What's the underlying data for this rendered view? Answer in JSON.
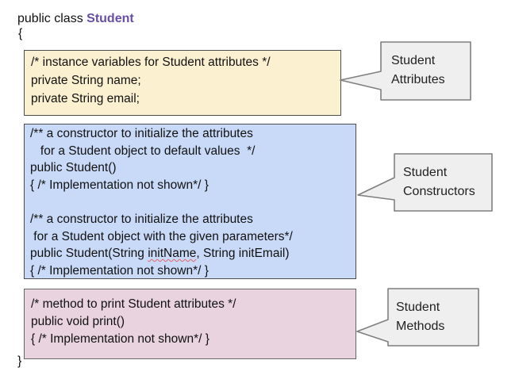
{
  "header": {
    "declaration_prefix": "public class ",
    "class_name": "Student",
    "open_brace": "{",
    "close_brace": "}"
  },
  "attributes_box": {
    "lines": [
      "/* instance variables for Student attributes */",
      "private String name;",
      "private String email;"
    ]
  },
  "constructors_box": {
    "lines_top": [
      "/** a constructor to initialize the attributes",
      "   for a Student object to default values  */",
      "public Student()",
      "{ /* Implementation not shown*/ }"
    ],
    "lines_mid": [
      "/** a constructor to initialize the attributes",
      " for a Student object with the given parameters*/"
    ],
    "signature": {
      "pre": "public Student(String ",
      "misspelled": "initName",
      "post": ", String initEmail)"
    },
    "closing_line": "{ /* Implementation not shown*/ }"
  },
  "methods_box": {
    "lines": [
      "/* method to print Student attributes */",
      "public void print()",
      "{ /* Implementation not shown*/ }"
    ]
  },
  "callouts": [
    {
      "label": "Student\nAttributes"
    },
    {
      "label": "Student\nConstructors"
    },
    {
      "label": "Student\nMethods"
    }
  ],
  "colors": {
    "attributes_fill": "#FBF0CF",
    "constructors_fill": "#C9DAF8",
    "methods_fill": "#E9D3DE",
    "box_border": "#4d4d4d",
    "methods_border": "#666666",
    "callout_fill": "#EFEFEF",
    "callout_border": "#7F7F7F",
    "class_name_color": "#674EA7",
    "squiggle_color": "#E06666",
    "text_color": "#111111"
  }
}
